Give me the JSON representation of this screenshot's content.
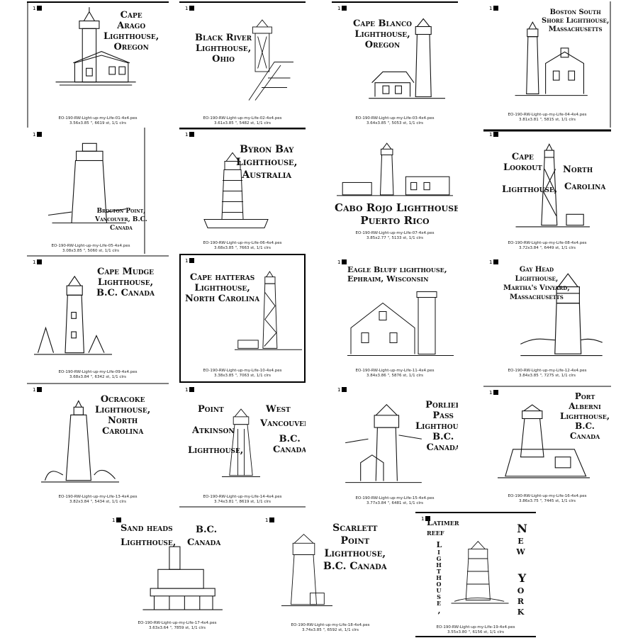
{
  "marker_label": "1",
  "designs": [
    {
      "title_lines": [
        "Cape",
        "Arago",
        "Lighthouse,",
        "Oregon"
      ],
      "file": "EO-190-RW-Light-up-my-Life-01-4x4.pes",
      "specs": "3.56x3.85 \", 6619 st, 1/1 clrs"
    },
    {
      "title_lines": [
        "Black River",
        "Lighthouse,",
        "Ohio"
      ],
      "file": "EO-190-RW-Light-up-my-Life-02-4x4.pes",
      "specs": "3.61x3.85 \", 5482 st, 1/1 clrs"
    },
    {
      "title_lines": [
        "Cape Blanco",
        "Lighthouse,",
        "Oregon"
      ],
      "file": "EO-190-RW-Light-up-my-Life-03-4x4.pes",
      "specs": "3.64x3.85 \", 5053 st, 1/1 clrs"
    },
    {
      "title_lines": [
        "Boston South",
        "Shore Lighthouse,",
        "Massachusetts"
      ],
      "file": "EO-190-RW-Light-up-my-Life-04-4x4.pes",
      "specs": "3.81x3.81 \", 5815 st, 1/1 clrs"
    },
    {
      "title_lines": [
        "Brocton Point,",
        "Vancouver, B.C.",
        "Canada"
      ],
      "file": "EO-190-RW-Light-up-my-Life-05-4x4.pes",
      "specs": "3.08x3.85 \", 5060 st, 1/1 clrs"
    },
    {
      "title_lines": [
        "Byron Bay",
        "Lighthouse,",
        "Australia"
      ],
      "file": "EO-190-RW-Light-up-my-Life-06-4x4.pes",
      "specs": "3.68x3.85 \", 7663 st, 1/1 clrs"
    },
    {
      "title_lines": [
        "Cabo Rojo Lighthouse,",
        "Puerto Rico"
      ],
      "file": "EO-190-RW-Light-up-my-Life-07-4x4.pes",
      "specs": "3.85x2.77 \", 5133 st, 1/1 clrs"
    },
    {
      "title_lines": [
        "Cape",
        "Lookout",
        "North",
        "Lighthouse,",
        "Carolina"
      ],
      "file": "EO-190-RW-Light-up-my-Life-08-4x4.pes",
      "specs": "3.72x3.84 \", 6449 st, 1/1 clrs"
    },
    {
      "title_lines": [
        "Cape Mudge",
        "Lighthouse,",
        "B.C. Canada"
      ],
      "file": "EO-190-RW-Light-up-my-Life-09-4x4.pes",
      "specs": "3.68x3.84 \", 6342 st, 1/1 clrs"
    },
    {
      "title_lines": [
        "Cape hatteras",
        "Lighthouse,",
        "North Carolina"
      ],
      "file": "EO-190-RW-Light-up-my-Life-10-4x4.pes",
      "specs": "3.38x3.85 \", 7063 st, 1/1 clrs"
    },
    {
      "title_lines": [
        "Eagle Bluff lighthouse,",
        "Ephraim, Wisconsin"
      ],
      "file": "EO-190-RW-Light-up-my-Life-11-4x4.pes",
      "specs": "3.84x3.86 \", 5876 st, 1/1 clrs"
    },
    {
      "title_lines": [
        "Gay Head",
        "Lighthouse,",
        "Martha's Vinyard,",
        "Massachusetts"
      ],
      "file": "EO-190-RW-Light-up-my-Life-12-4x4.pes",
      "specs": "3.84x3.85 \", 7275 st, 1/1 clrs"
    },
    {
      "title_lines": [
        "Ocracoke",
        "Lighthouse,",
        "North",
        "Carolina"
      ],
      "file": "EO-190-RW-Light-up-my-Life-13-4x4.pes",
      "specs": "3.82x3.84 \", 5434 st, 1/1 clrs"
    },
    {
      "title_lines": [
        "Point",
        "West",
        "Atkinson",
        "Vancouver,",
        "Lighthouse,",
        "B.C.",
        "Canada"
      ],
      "file": "EO-190-RW-Light-up-my-Life-14-4x4.pes",
      "specs": "3.74x3.81 \", 8619 st, 1/1 clrs"
    },
    {
      "title_lines": [
        "Porlier",
        "Pass",
        "Lighthouse,",
        "B.C.",
        "Canada"
      ],
      "file": "EO-190-RW-Light-up-my-Life-15-4x4.pes",
      "specs": "3.77x3.84 \", 6481 st, 1/1 clrs"
    },
    {
      "title_lines": [
        "Port",
        "Alberni",
        "Lighthouse,",
        "B.C.",
        "Canada"
      ],
      "file": "EO-190-RW-Light-up-my-Life-16-4x4.pes",
      "specs": "3.86x3.75 \", 7445 st, 1/1 clrs"
    },
    {
      "title_lines": [
        "Sand heads",
        "B.C.",
        "Lighthouse,",
        "Canada"
      ],
      "file": "EO-190-RW-Light-up-my-Life-17-4x4.pes",
      "specs": "3.63x3.64 \", 7859 st, 1/1 clrs"
    },
    {
      "title_lines": [
        "Scarlett",
        "Point",
        "Lighthouse,",
        "B.C. Canada"
      ],
      "file": "EO-190-RW-Light-up-my-Life-18-4x4.pes",
      "specs": "3.74x3.85 \", 6592 st, 1/1 clrs"
    },
    {
      "title_lines": [
        "Latimer",
        "reef",
        "New",
        "York"
      ],
      "vertical_text": "Lighthouse,",
      "file": "EO-190-RW-Light-up-my-Life-19-4x4.pes",
      "specs": "3.55x3.80 \", 6156 st, 1/1 clrs"
    }
  ]
}
